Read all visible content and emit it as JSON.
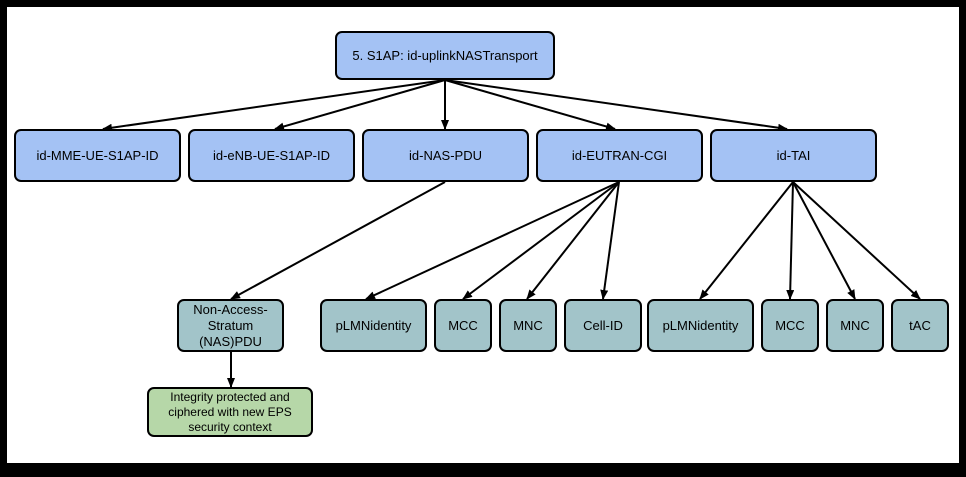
{
  "nodes": {
    "root": "5. S1AP: id-uplinkNASTransport",
    "mme_ue_id": "id-MME-UE-S1AP-ID",
    "enb_ue_id": "id-eNB-UE-S1AP-ID",
    "nas_pdu": "id-NAS-PDU",
    "eutran_cgi": "id-EUTRAN-CGI",
    "tai": "id-TAI",
    "nas_pdu_desc": "Non-Access-Stratum (NAS)PDU",
    "integrity": "Integrity protected and ciphered with new EPS security context",
    "cgi_plmn": "pLMNidentity",
    "cgi_mcc": "MCC",
    "cgi_mnc": "MNC",
    "cell_id": "Cell-ID",
    "tai_plmn": "pLMNidentity",
    "tai_mcc": "MCC",
    "tai_mnc": "MNC",
    "tac": "tAC"
  },
  "colors": {
    "level1": "#a4c2f4",
    "level2": "#a2c4c9",
    "leaf": "#b6d7a8",
    "edge": "#000000"
  }
}
